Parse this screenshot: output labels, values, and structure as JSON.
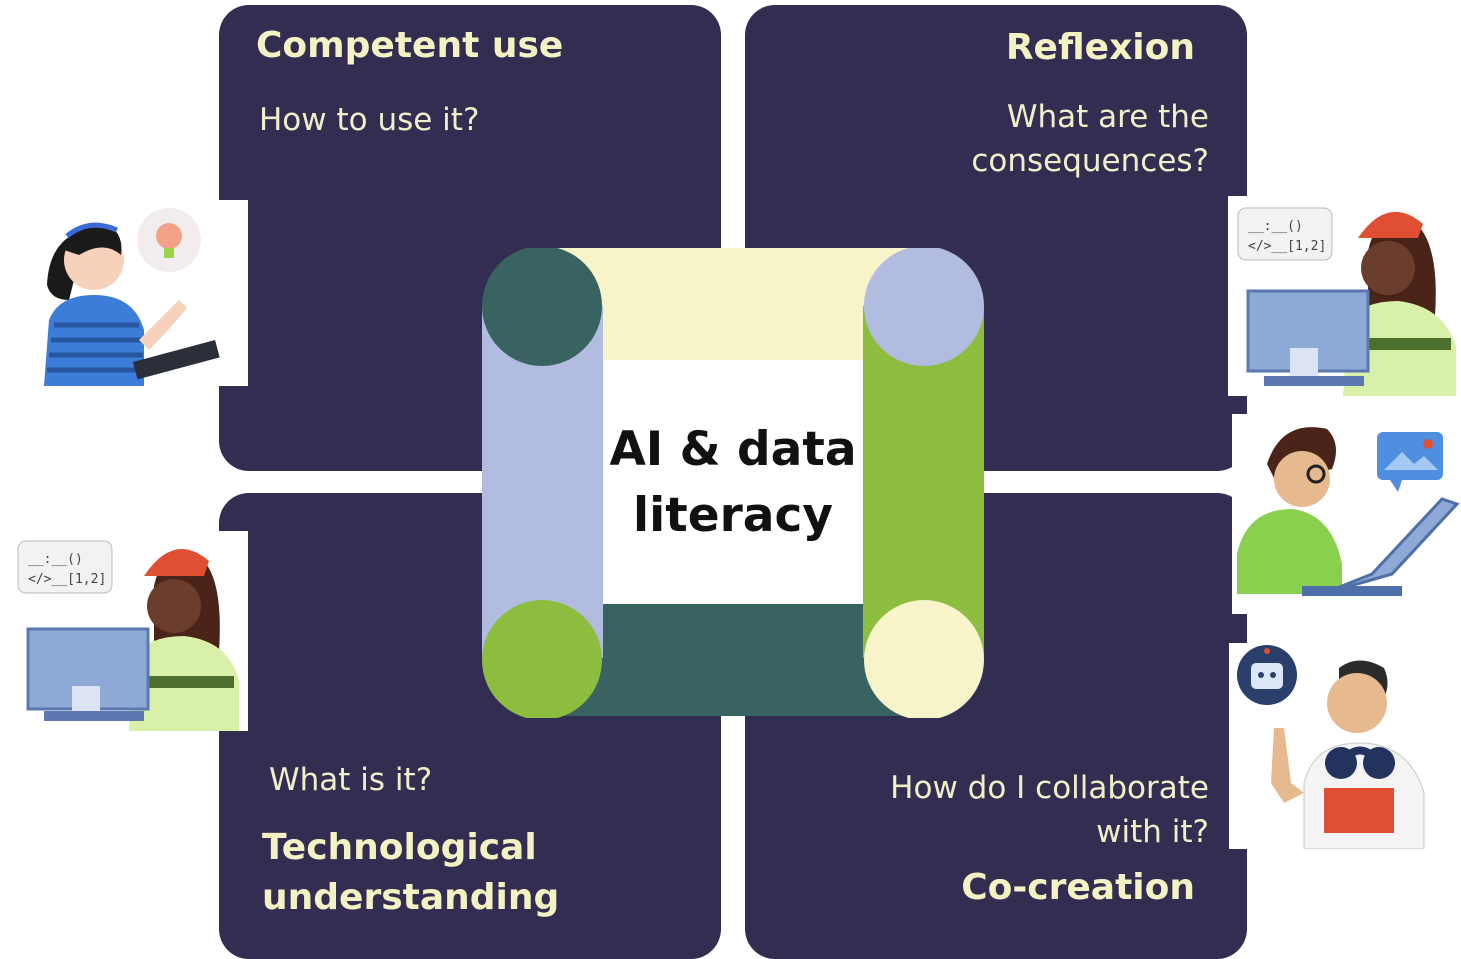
{
  "center": {
    "title": "AI & data literacy"
  },
  "quadrants": {
    "competent_use": {
      "title": "Competent use",
      "question": "How to use it?"
    },
    "reflexion": {
      "title": "Reflexion",
      "question": "What are the consequences?"
    },
    "technological_understanding": {
      "title": "Technological understanding",
      "question": "What is it?"
    },
    "co_creation": {
      "title": "Co-creation",
      "question": "How do I collaborate with it?"
    }
  },
  "colors": {
    "quadrant_bg": "#332e51",
    "title_text": "#f4f2c3",
    "dark_teal": "#386360",
    "pale_yellow": "#f6f4c8",
    "lavender": "#b2bbe0",
    "lime_green": "#8cbd3f"
  },
  "illustrations": {
    "left_top": "girl-with-lightbulb-and-tablet",
    "left_bottom": "woman-coding-at-computer",
    "right_top": "woman-coding-at-computer",
    "right_middle": "boy-with-laptop-and-image-message",
    "right_bottom": "man-with-headphones-and-robot-icon"
  }
}
